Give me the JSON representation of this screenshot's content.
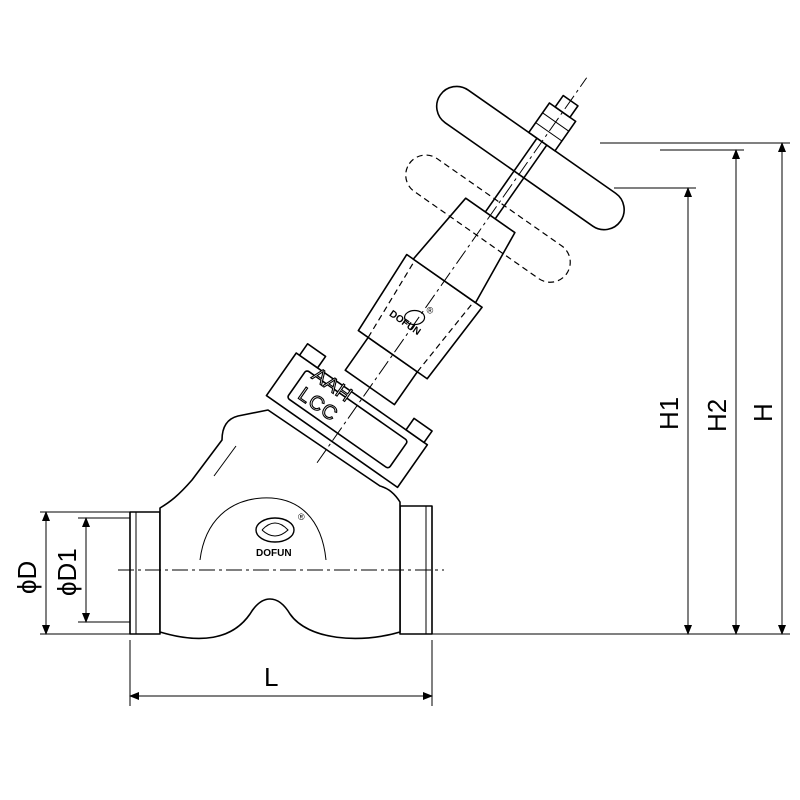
{
  "diagram": {
    "dimension_labels": {
      "length": "L",
      "height_1": "H1",
      "height_2": "H2",
      "height_total": "H",
      "diameter_outer": "ϕD",
      "diameter_inner": "ϕD1"
    },
    "body_logo": {
      "brand": "DOFUN",
      "registered": "®"
    },
    "bonnet_logo": {
      "brand": "DOFUN",
      "registered": "®"
    },
    "nameplate": {
      "line1": "LCC",
      "line2": "AAH"
    }
  }
}
